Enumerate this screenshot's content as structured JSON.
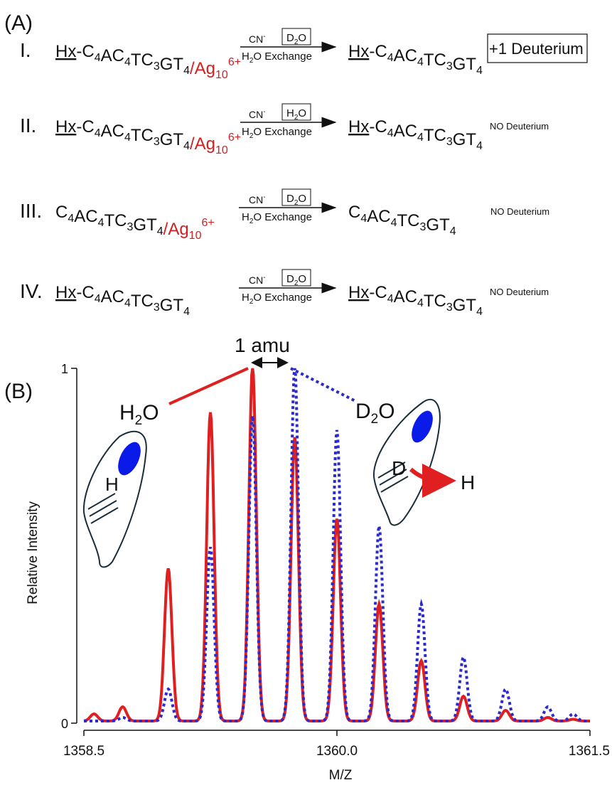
{
  "panel_a": {
    "label": "(A)",
    "rows": [
      {
        "roman": "I.",
        "hx": "Hx",
        "dash": "-",
        "reactant_parts": [
          [
            "C",
            "4"
          ],
          [
            "AC",
            "4"
          ],
          [
            "TC",
            "3"
          ],
          [
            "GT",
            "4"
          ]
        ],
        "slash": "/",
        "cluster_base": "Ag",
        "cluster_sub": "10",
        "cluster_sup": "6+",
        "reagent": "CN",
        "reagent_sup": "-",
        "solvent": "D",
        "solvent_sub": "2",
        "solvent_end": "O",
        "exchange_pre": "H",
        "exchange_sub": "2",
        "exchange_post": "O Exchange",
        "product_hx": "Hx",
        "product_dash": "-",
        "product_parts": [
          [
            "C",
            "4"
          ],
          [
            "AC",
            "4"
          ],
          [
            "TC",
            "3"
          ],
          [
            "GT",
            "4"
          ]
        ],
        "result": "+1 Deuterium"
      },
      {
        "roman": "II.",
        "hx": "Hx",
        "dash": "-",
        "reactant_parts": [
          [
            "C",
            "4"
          ],
          [
            "AC",
            "4"
          ],
          [
            "TC",
            "3"
          ],
          [
            "GT",
            "4"
          ]
        ],
        "slash": "/",
        "cluster_base": "Ag",
        "cluster_sub": "10",
        "cluster_sup": "6+",
        "reagent": "CN",
        "reagent_sup": "-",
        "solvent": "H",
        "solvent_sub": "2",
        "solvent_end": "O",
        "exchange_pre": "H",
        "exchange_sub": "2",
        "exchange_post": "O Exchange",
        "product_hx": "Hx",
        "product_dash": "-",
        "product_parts": [
          [
            "C",
            "4"
          ],
          [
            "AC",
            "4"
          ],
          [
            "TC",
            "3"
          ],
          [
            "GT",
            "4"
          ]
        ],
        "result": "NO Deuterium"
      },
      {
        "roman": "III.",
        "hx": "",
        "dash": "",
        "reactant_parts": [
          [
            "C",
            "4"
          ],
          [
            "AC",
            "4"
          ],
          [
            "TC",
            "3"
          ],
          [
            "GT",
            "4"
          ]
        ],
        "slash": "/",
        "cluster_base": "Ag",
        "cluster_sub": "10",
        "cluster_sup": "6+",
        "reagent": "CN",
        "reagent_sup": "-",
        "solvent": "D",
        "solvent_sub": "2",
        "solvent_end": "O",
        "exchange_pre": "H",
        "exchange_sub": "2",
        "exchange_post": "O Exchange",
        "product_hx": "",
        "product_dash": "",
        "product_parts": [
          [
            "C",
            "4"
          ],
          [
            "AC",
            "4"
          ],
          [
            "TC",
            "3"
          ],
          [
            "GT",
            "4"
          ]
        ],
        "result": "NO Deuterium"
      },
      {
        "roman": "IV.",
        "hx": "Hx",
        "dash": "-",
        "reactant_parts": [
          [
            "C",
            "4"
          ],
          [
            "AC",
            "4"
          ],
          [
            "TC",
            "3"
          ],
          [
            "GT",
            "4"
          ]
        ],
        "slash": "",
        "cluster_base": "",
        "cluster_sub": "",
        "cluster_sup": "",
        "reagent": "CN",
        "reagent_sup": "-",
        "solvent": "D",
        "solvent_sub": "2",
        "solvent_end": "O",
        "exchange_pre": "H",
        "exchange_sub": "2",
        "exchange_post": "O Exchange",
        "product_hx": "Hx",
        "product_dash": "-",
        "product_parts": [
          [
            "C",
            "4"
          ],
          [
            "AC",
            "4"
          ],
          [
            "TC",
            "3"
          ],
          [
            "GT",
            "4"
          ]
        ],
        "result": "NO Deuterium"
      }
    ]
  },
  "panel_b": {
    "label": "(B)",
    "amu_label": "1 amu",
    "h2o_label": {
      "pre": "H",
      "sub": "2",
      "post": "O"
    },
    "d2o_label": {
      "pre": "D",
      "sub": "2",
      "post": "O"
    },
    "left_cartoon_atom": "H",
    "right_cartoon_atom": "D",
    "right_cartoon_exchange": "H"
  },
  "colors": {
    "h2o_series": "#e02020",
    "d2o_series": "#2a2ad0",
    "cluster_text": "#d42020",
    "cartoon_dot": "#0a1ae8"
  },
  "chart_data": {
    "type": "line",
    "xlabel": "M/Z",
    "ylabel": "Relative Intensity",
    "xlim": [
      1358.5,
      1361.5
    ],
    "ylim": [
      0,
      1
    ],
    "x_tick_labels": [
      "1358.5",
      "1360.0",
      "1361.5"
    ],
    "x_tick_values": [
      1358.5,
      1360.0,
      1361.5
    ],
    "y_tick_labels": [
      "0",
      "1"
    ],
    "y_tick_values": [
      0,
      1
    ],
    "series": [
      {
        "label": "H2O",
        "style": "solid",
        "color": "#e02020",
        "peak_mz": [
          1358.56,
          1358.73,
          1359.0,
          1359.25,
          1359.5,
          1359.75,
          1360.0,
          1360.25,
          1360.5,
          1360.75,
          1361.0,
          1361.25,
          1361.4
        ],
        "peak_intensity": [
          0.02,
          0.04,
          0.43,
          0.87,
          1.0,
          0.8,
          0.57,
          0.33,
          0.17,
          0.07,
          0.03,
          0.01,
          0.005
        ]
      },
      {
        "label": "D2O",
        "style": "dotted",
        "color": "#2a2ad0",
        "peak_mz": [
          1358.73,
          1359.0,
          1359.25,
          1359.5,
          1359.75,
          1360.0,
          1360.25,
          1360.5,
          1360.75,
          1361.0,
          1361.25,
          1361.4
        ],
        "peak_intensity": [
          0.01,
          0.09,
          0.49,
          0.86,
          1.0,
          0.82,
          0.55,
          0.33,
          0.18,
          0.09,
          0.04,
          0.02
        ]
      }
    ]
  }
}
